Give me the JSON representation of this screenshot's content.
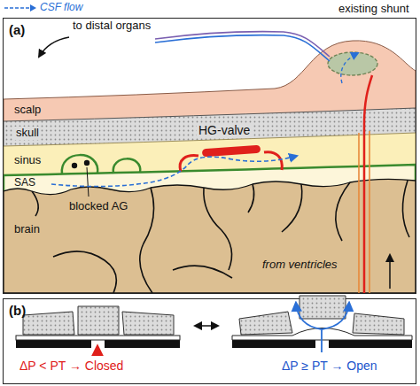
{
  "diagram": {
    "labels": [
      "(a)",
      "to distal organs",
      "existing shunt",
      "scalp",
      "skull",
      "HG-valve",
      "sinus",
      "SAS",
      "blocked AG",
      "brain",
      "from ventricles",
      "(b)",
      "ΔP < PT → Closed",
      "ΔP ≥ PT → Open"
    ],
    "legend": [
      {
        "text": "CSF flow"
      }
    ]
  }
}
